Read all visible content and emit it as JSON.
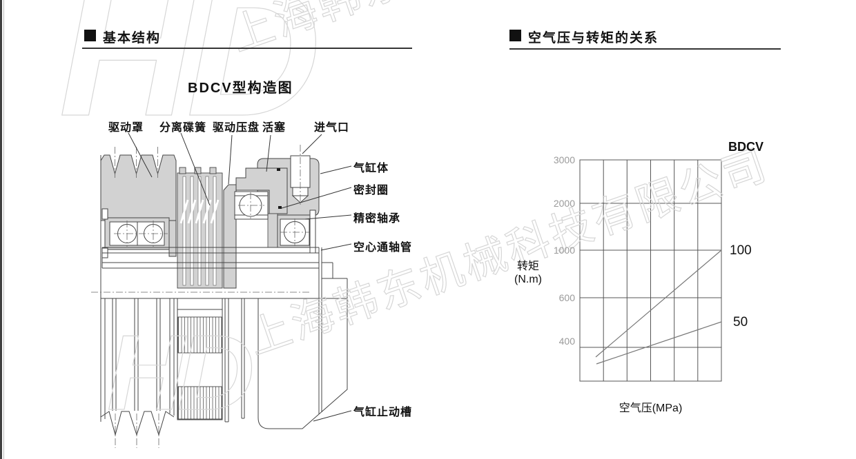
{
  "watermark": {
    "logo": "HD",
    "company": "上海韩东机械科技有限公司",
    "color": "#d6d6d6"
  },
  "sections": {
    "left": {
      "title": "基本结构"
    },
    "right": {
      "title": "空气压与转矩的关系"
    }
  },
  "diagram": {
    "title": "BDCV型构造图",
    "labels": {
      "top": [
        "驱动罩",
        "分离碟簧",
        "驱动压盘",
        "活塞",
        "进气口"
      ],
      "right": [
        "气缸体",
        "密封圈",
        "精密轴承",
        "空心通轴管"
      ],
      "bottom": [
        "气缸止动槽"
      ]
    }
  },
  "chart_data": {
    "type": "line",
    "title": "BDCV",
    "xlabel": "空气压(MPa)",
    "ylabel": "转矩(N.m)",
    "ylabel_line1": "转矩",
    "ylabel_line2": "(N.m)",
    "ytick_labels": [
      "3000",
      "2000",
      "1000",
      "600",
      "400"
    ],
    "x_divisions": 6,
    "x_tick_labels": [],
    "grid": true,
    "legend_position": "right-of-plot",
    "series": [
      {
        "name": "100",
        "torque_start_est": 370,
        "torque_end_est": 1000
      },
      {
        "name": "50",
        "torque_start_est": 350,
        "torque_end_est": 500
      }
    ]
  }
}
